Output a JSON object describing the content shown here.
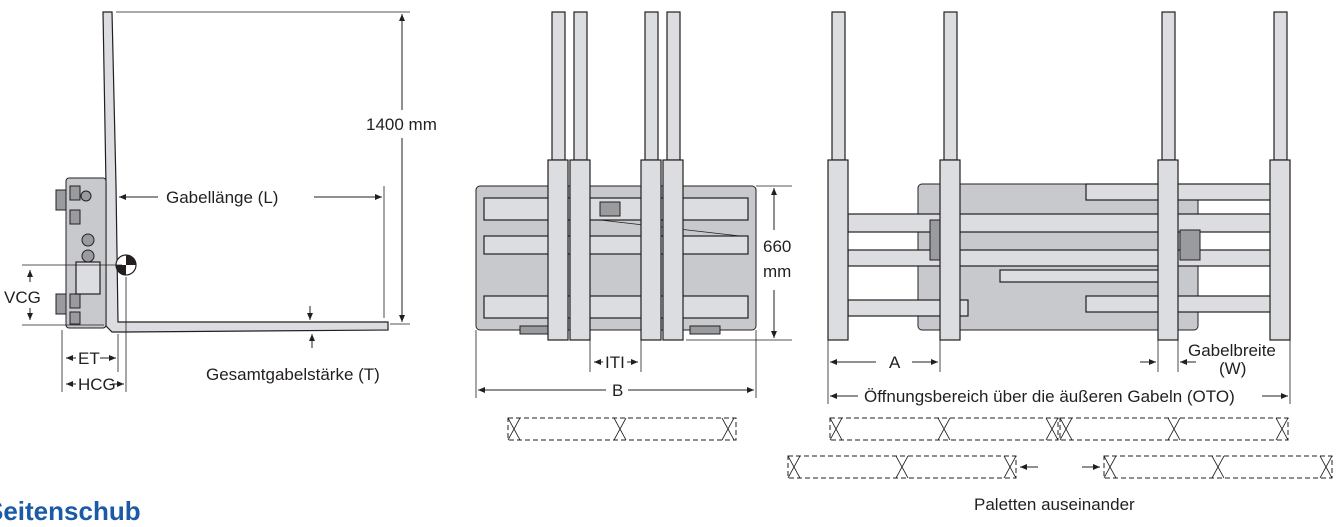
{
  "labels": {
    "height_1400": "1400 mm",
    "fork_length": "Gabellänge (L)",
    "vcg": "VCG",
    "et": "ET",
    "hcg": "HCG",
    "total_fork_thickness": "Gesamtgabelstärke (T)",
    "height_660_a": "660",
    "height_660_b": "mm",
    "iti": "ITI",
    "b": "B",
    "a": "A",
    "fork_width_a": "Gabelbreite",
    "fork_width_b": "(W)",
    "oto": "Öffnungsbereich über die äußeren Gabeln (OTO)",
    "pallets_apart": "Paletten auseinander"
  },
  "heading": "Seitenschub"
}
